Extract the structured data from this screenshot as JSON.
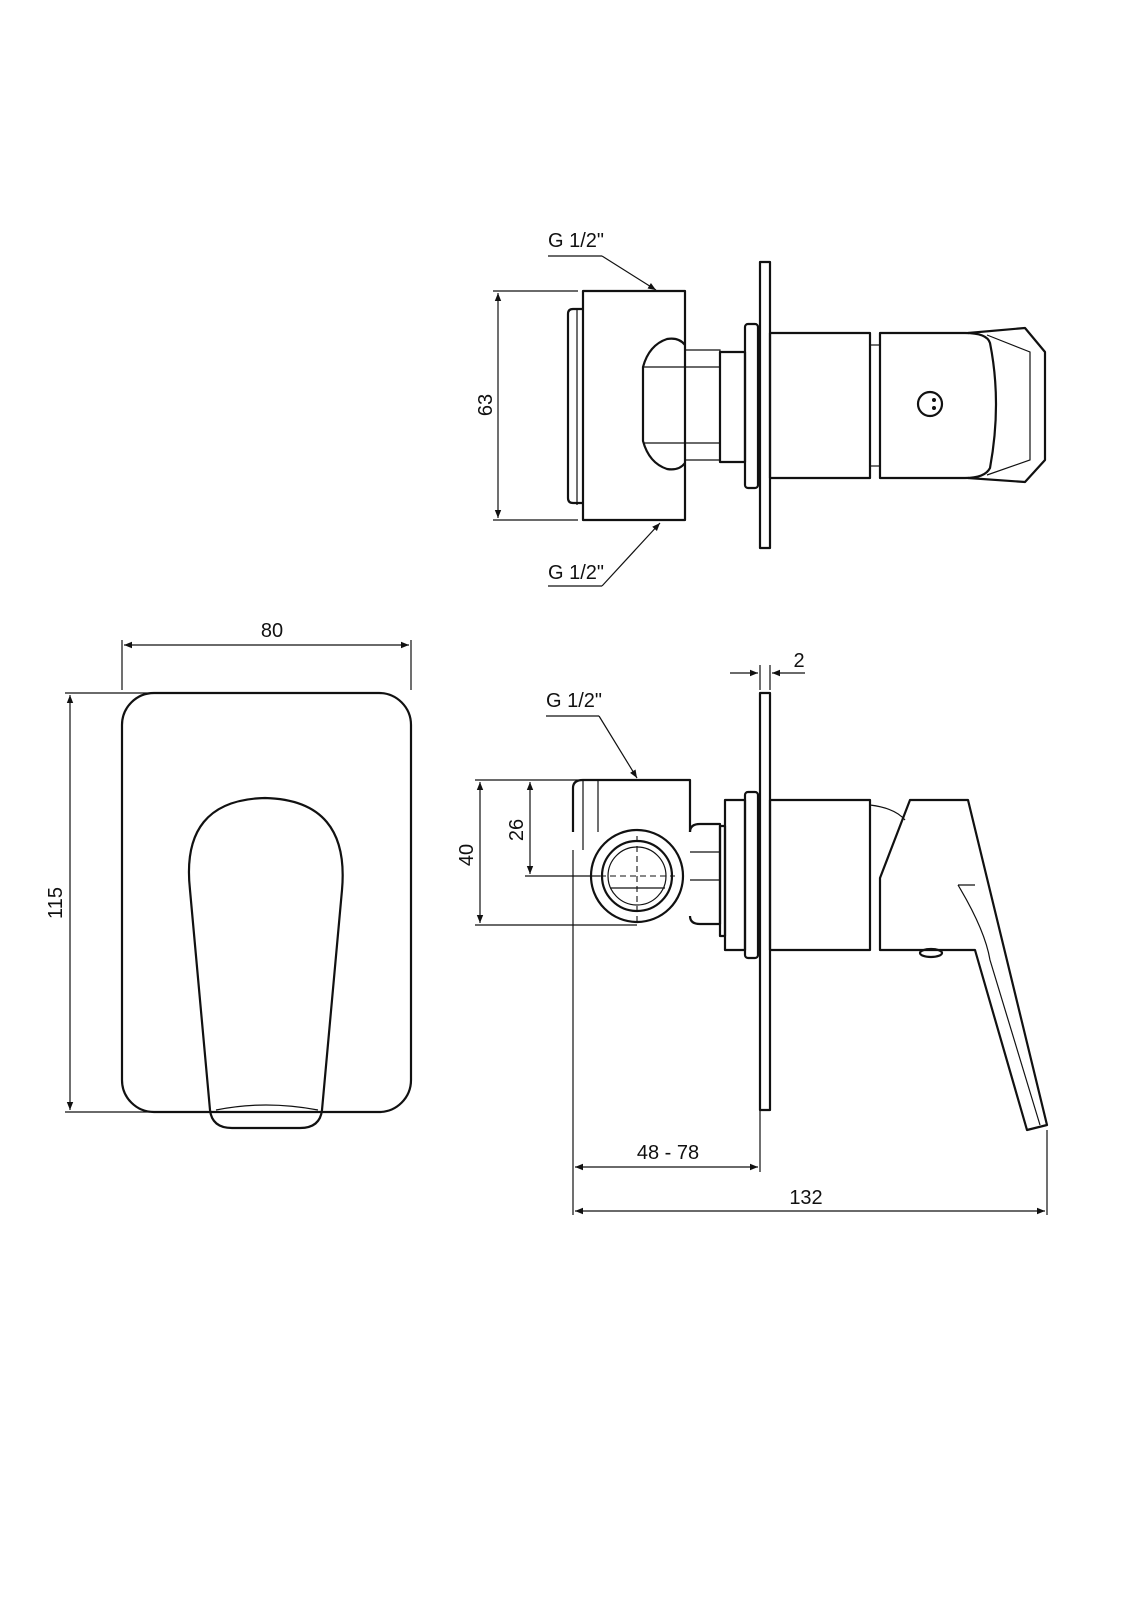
{
  "top_view": {
    "height_dim": "63",
    "thread_top": "G 1/2\"",
    "thread_bottom": "G 1/2\""
  },
  "front_view": {
    "width_dim": "80",
    "height_dim": "115"
  },
  "side_view": {
    "plate_thickness_dim": "2",
    "thread": "G 1/2\"",
    "outer_dim": "40",
    "axis_dim": "26",
    "wall_depth_dim": "48 - 78",
    "total_depth_dim": "132"
  },
  "colors": {
    "line": "#111111",
    "background": "#ffffff"
  }
}
